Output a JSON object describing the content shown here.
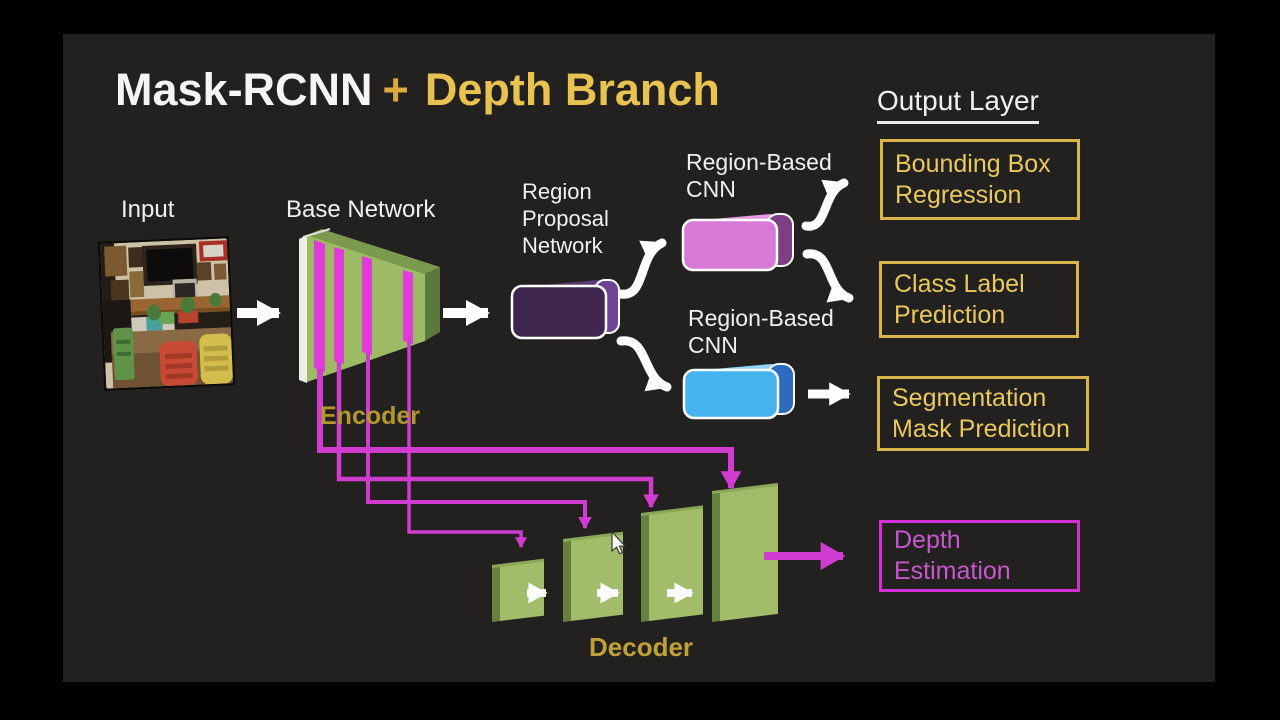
{
  "title": {
    "main": "Mask-RCNN",
    "plus": "+",
    "accent": "Depth Branch"
  },
  "output_layer": {
    "heading": "Output Layer",
    "boxes": [
      {
        "id": "bounding-box-regression",
        "lines": [
          "Bounding Box",
          "Regression"
        ],
        "style": "gold"
      },
      {
        "id": "class-label-prediction",
        "lines": [
          "Class Label",
          "Prediction"
        ],
        "style": "gold"
      },
      {
        "id": "segmentation-mask-prediction",
        "lines": [
          "Segmentation",
          "Mask Prediction"
        ],
        "style": "gold"
      },
      {
        "id": "depth-estimation",
        "lines": [
          "Depth",
          "Estimation"
        ],
        "style": "magenta"
      }
    ]
  },
  "diagram": {
    "input_label": "Input",
    "base_network_label": "Base Network",
    "encoder_label": "Encoder",
    "decoder_label": "Decoder",
    "rpn_lines": [
      "Region",
      "Proposal",
      "Network"
    ],
    "rbcnn_top_lines": [
      "Region-Based",
      "CNN"
    ],
    "rbcnn_bottom_lines": [
      "Region-Based",
      "CNN"
    ]
  },
  "colors": {
    "letterbox": "#000000",
    "slide_background": "#232120",
    "title_white": "#f6f5f3",
    "title_gold": "#e9c351",
    "gold_text": "#e9c85e",
    "gold_border": "#d9b54a",
    "magenta_border": "#d32fd6",
    "magenta_text": "#c757cd",
    "magenta_line": "#cf3ccf",
    "stripe_magenta": "#e33bd9",
    "encoder_front_green": "#9cbb64",
    "encoder_side_green": "#5d783c",
    "encoder_top_green": "#7c9a4e",
    "decoder_front_green": "#a2bd6a",
    "decoder_side_green": "#66813f",
    "rpn_purple_front": "#3f264e",
    "rpn_purple_side": "#6d4496",
    "rcnn_pink_front": "#d77ad7",
    "rcnn_pink_side": "#7c3f84",
    "rcnn_blue_front": "#45b3ee",
    "rcnn_blue_side": "#2b6cc0",
    "arrow_white": "#fdfdfd",
    "encoder_label_gold": "#b3962f",
    "decoder_label_gold": "#c0a136"
  }
}
